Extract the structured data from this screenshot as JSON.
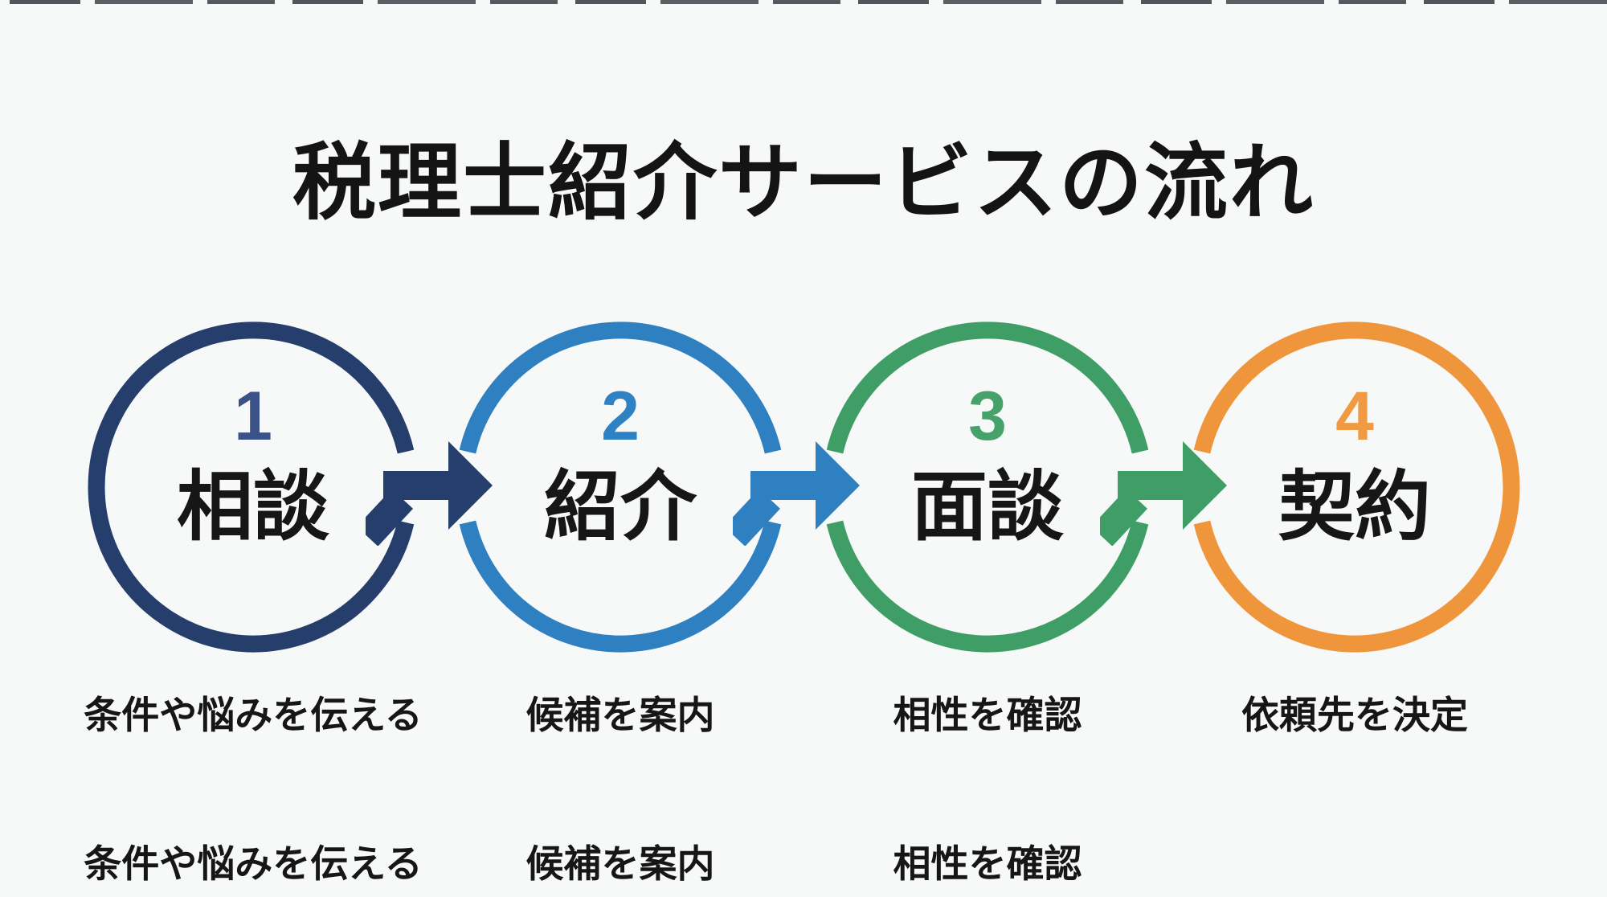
{
  "title": "税理士紹介サービスの流れ",
  "background": "#f7f8f8",
  "text_color": "#161616",
  "steps": [
    {
      "number": "1",
      "name": "相談",
      "caption": "条件や悩みを伝える",
      "color": "#263e6b",
      "number_color": "#3a5286"
    },
    {
      "number": "2",
      "name": "紹介",
      "caption": "候補を案内",
      "color": "#2e80c1",
      "number_color": "#2e82c4"
    },
    {
      "number": "3",
      "name": "面談",
      "caption": "相性を確認",
      "color": "#3f9e66",
      "number_color": "#46a16b"
    },
    {
      "number": "4",
      "name": "契約",
      "caption": "依頼先を決定",
      "color": "#ef963c",
      "number_color": "#f09a44"
    }
  ],
  "footnotes": [
    "条件や悩みを伝える",
    "候補を案内",
    "相性を確認"
  ]
}
